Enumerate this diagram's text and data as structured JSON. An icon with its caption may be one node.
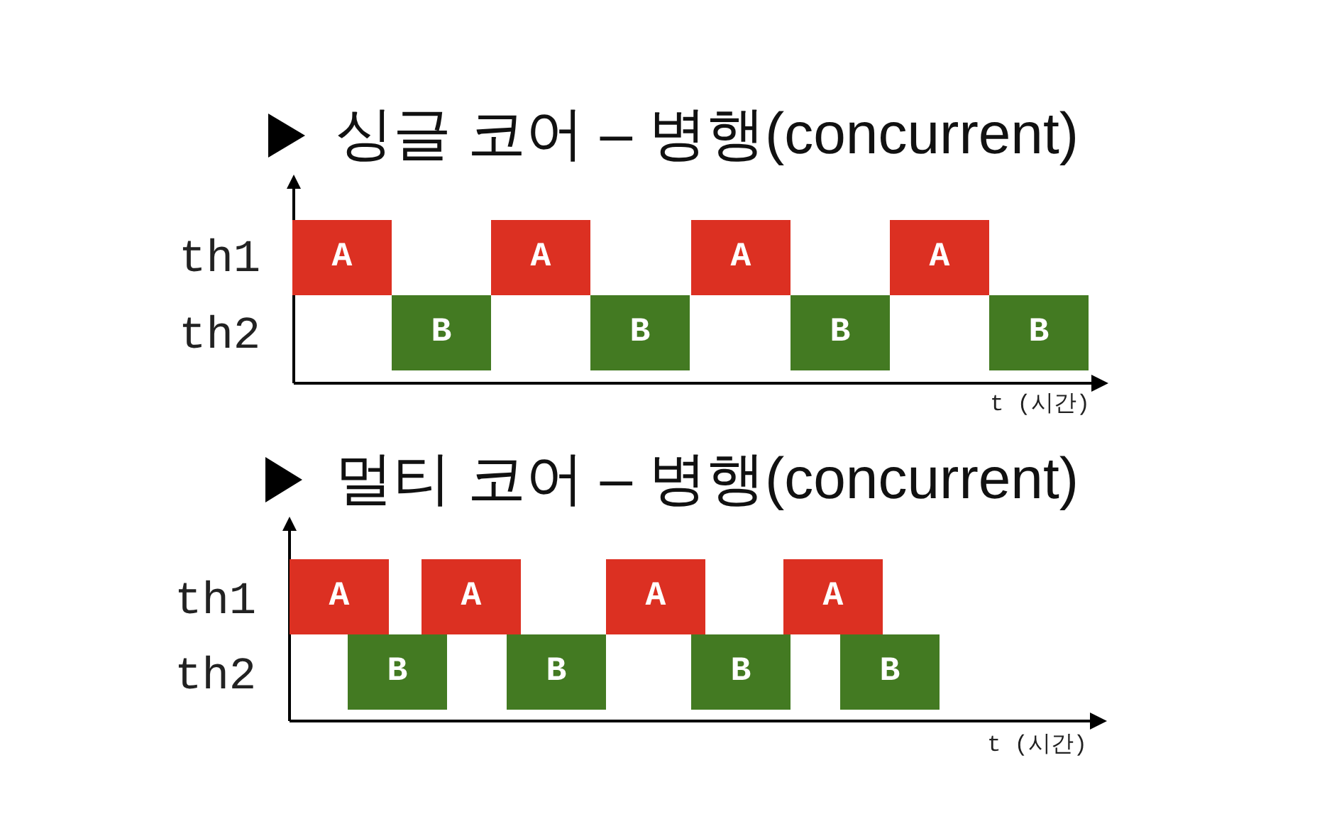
{
  "diagram": {
    "nodes": [
      {
        "text": [
          "A"
        ]
      },
      {
        "text": [
          "A"
        ]
      },
      {
        "text": [
          "A"
        ]
      },
      {
        "text": [
          "A"
        ]
      },
      {
        "text": [
          "B"
        ]
      },
      {
        "text": [
          "B"
        ]
      },
      {
        "text": [
          "B"
        ]
      },
      {
        "text": [
          "B"
        ]
      },
      {
        "text": [
          "A"
        ]
      },
      {
        "text": [
          "A"
        ]
      },
      {
        "text": [
          "A"
        ]
      },
      {
        "text": [
          "A"
        ]
      },
      {
        "text": [
          "B"
        ]
      },
      {
        "text": [
          "B"
        ]
      },
      {
        "text": [
          "B"
        ]
      },
      {
        "text": [
          "B"
        ]
      }
    ],
    "labels": [
      "싱글 코어 – 병행(concurrent)",
      "th1",
      "th2",
      "t (시간)",
      "멀티 코어 – 병행(concurrent)",
      "th1",
      "th2",
      "t (시간)"
    ]
  }
}
